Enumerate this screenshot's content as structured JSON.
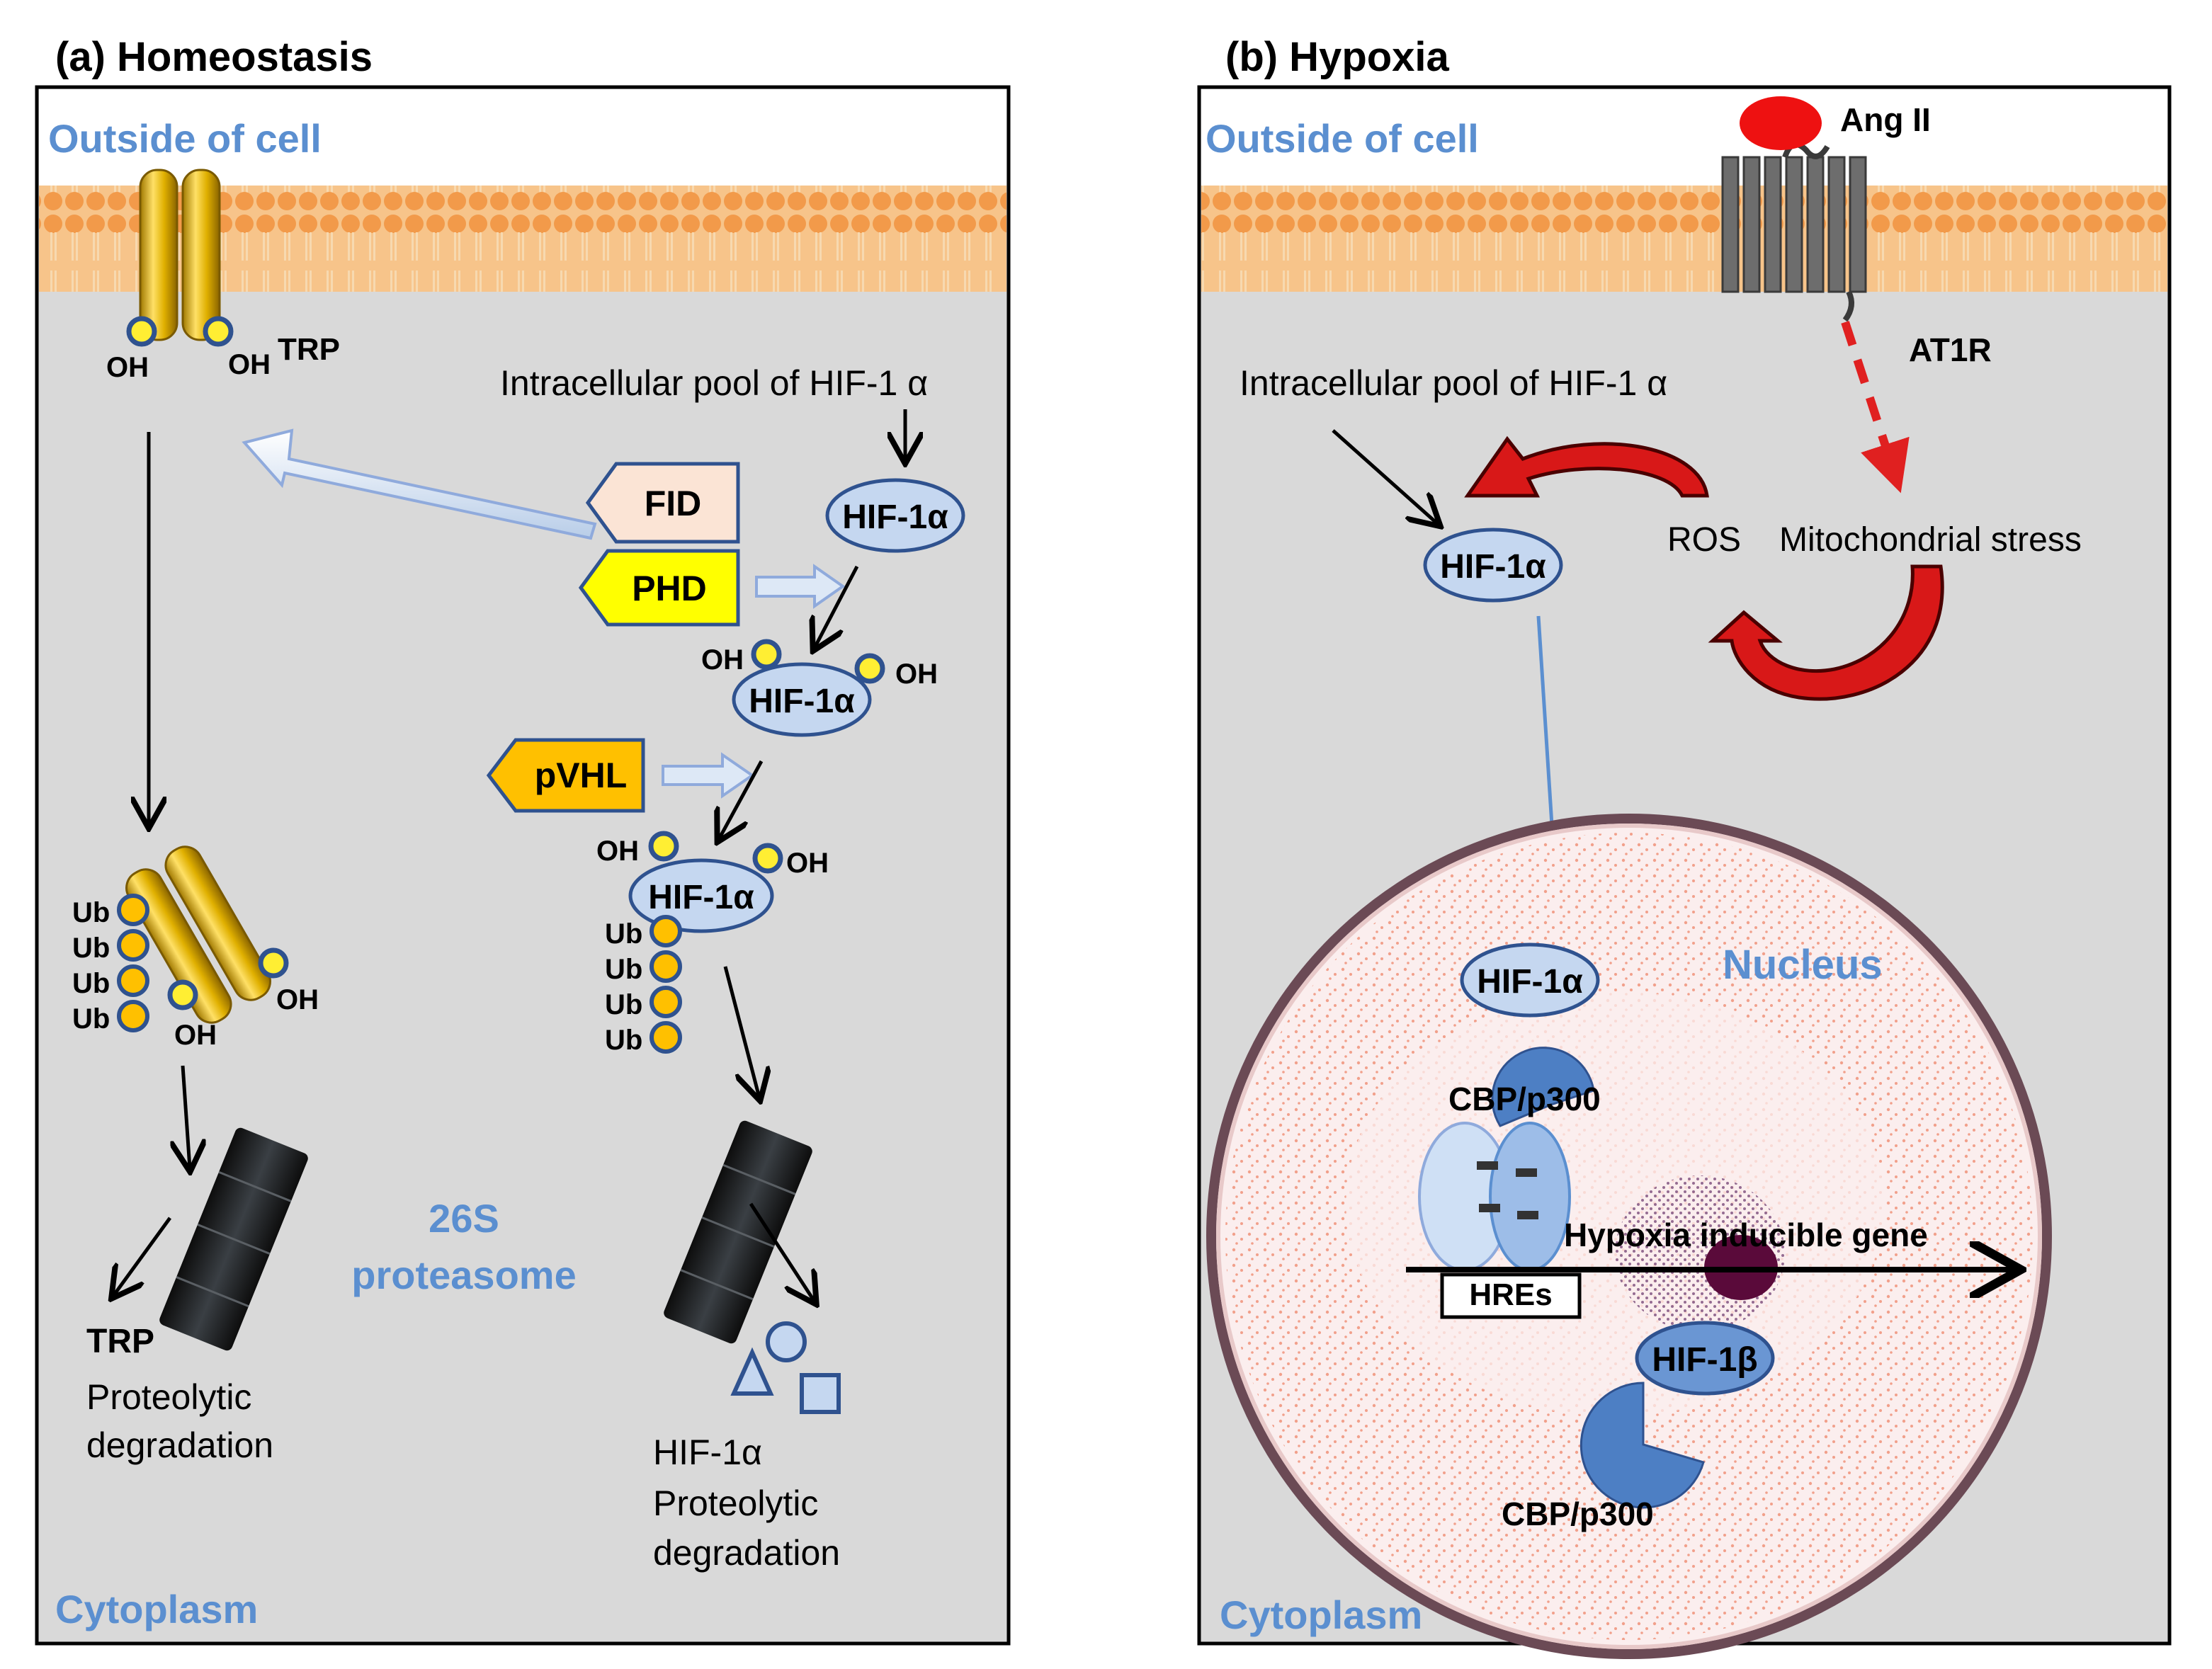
{
  "panel_a": {
    "title": "(a) Homeostasis",
    "outside": "Outside of cell",
    "cytoplasm": "Cytoplasm",
    "trp": "TRP",
    "oh": "OH",
    "pool": "Intracellular pool of HIF-1 α",
    "fid": "FID",
    "phd": "PHD",
    "pvhl": "pVHL",
    "hif": "HIF-1α",
    "ub": "Ub",
    "proteasome_1": "26S",
    "proteasome_2": "proteasome",
    "trp_deg_1": "TRP",
    "trp_deg_2": "Proteolytic",
    "trp_deg_3": "degradation",
    "hif_deg_1": "HIF-1α",
    "hif_deg_2": "Proteolytic",
    "hif_deg_3": "degradation"
  },
  "panel_b": {
    "title": "(b) Hypoxia",
    "outside": "Outside of cell",
    "cytoplasm": "Cytoplasm",
    "ang": "Ang II",
    "at1r": "AT1R",
    "pool": "Intracellular pool of HIF-1 α",
    "ros": "ROS",
    "mito": "Mitochondrial stress",
    "hif": "HIF-1α",
    "nucleus": "Nucleus",
    "cbp_top": "CBP/p300",
    "gene": "Hypoxia inducible gene",
    "hres": "HREs",
    "hif_beta": "HIF-1β",
    "cbp_bottom": "CBP/p300"
  },
  "colors": {
    "panel_bg": "#d9d9d9",
    "membrane": "#f4a860",
    "hif_fill": "#c5d7f0",
    "phd_fill": "#ffff00",
    "pvhl_fill": "#ffc000",
    "fid_fill": "#fbe4d5",
    "ub_fill": "#ffc000",
    "label_blue": "#5b8fd0",
    "red_arrow": "#e02020",
    "nucleus_dots": "#e8603a"
  }
}
